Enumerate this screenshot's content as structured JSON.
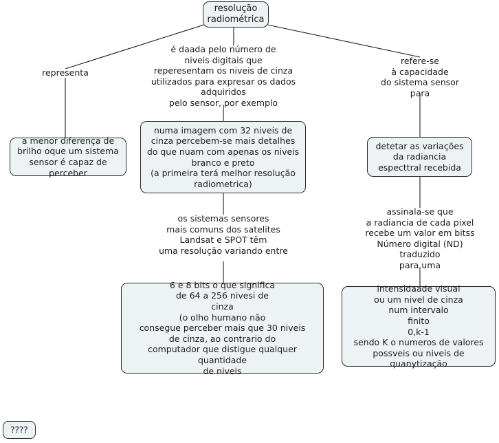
{
  "diagram": {
    "title": "resolução radiométrica",
    "colors": {
      "node_fill": "#edf3f5",
      "node_border": "#2b2b2b",
      "connector": "#1c1c1c",
      "text": "#1c1c1c",
      "background": "#ffffff"
    },
    "root": {
      "text": "resolução\nradiométrica"
    },
    "link_labels": {
      "left": "representa",
      "center": "é daada pelo número de\nniveis digitais que\nreperesentam os niveis de cinza\nutilizados para expresar os dados\nadquiridos\npelo sensor, por exemplo",
      "right": "refere-se\nà capacidade\ndo sistema sensor\npara",
      "center_lower": "os sistemas sensores\nmais comuns  dos satelites\nLandsat e SPOT têm\numa resolução variando entre",
      "right_lower": "assinala-se que\na radiancia de cada pixel\nrecebe um valor em bitss\nNúmero digital (ND)\ntraduzido\npara uma"
    },
    "nodes": {
      "left_box": "a menor diferença de\nbrilho oque um sistema\nsensor é capaz de perceber",
      "center_box": "numa imagem com 32 niveis de\ncinza percebem-se mais detalhes\ndo que nuam com apenas os niveis\nbranco e preto\n(a primeira terá melhor resolução\nradiometrica)",
      "right_box": "detetar as variações\nda radiancia\nespecttral recebida",
      "center_bottom_box": "6 e 8 bits o que significa\nde 64 a 256 nivesi de\ncinza\n(o olho humano não\nconsegue perceber mais que 30 niveis\nde cinza, ao contrario do\ncomputador que distigue qualquer quantidade\nde niveis",
      "right_bottom_box": "intensidaade visual\nou um nivel de cinza\nnum intervalo\nfinito\n0,k-1\nsendo K o numeros de valores\npossveis ou niveis de quanytização",
      "unknown_box": "????"
    }
  }
}
